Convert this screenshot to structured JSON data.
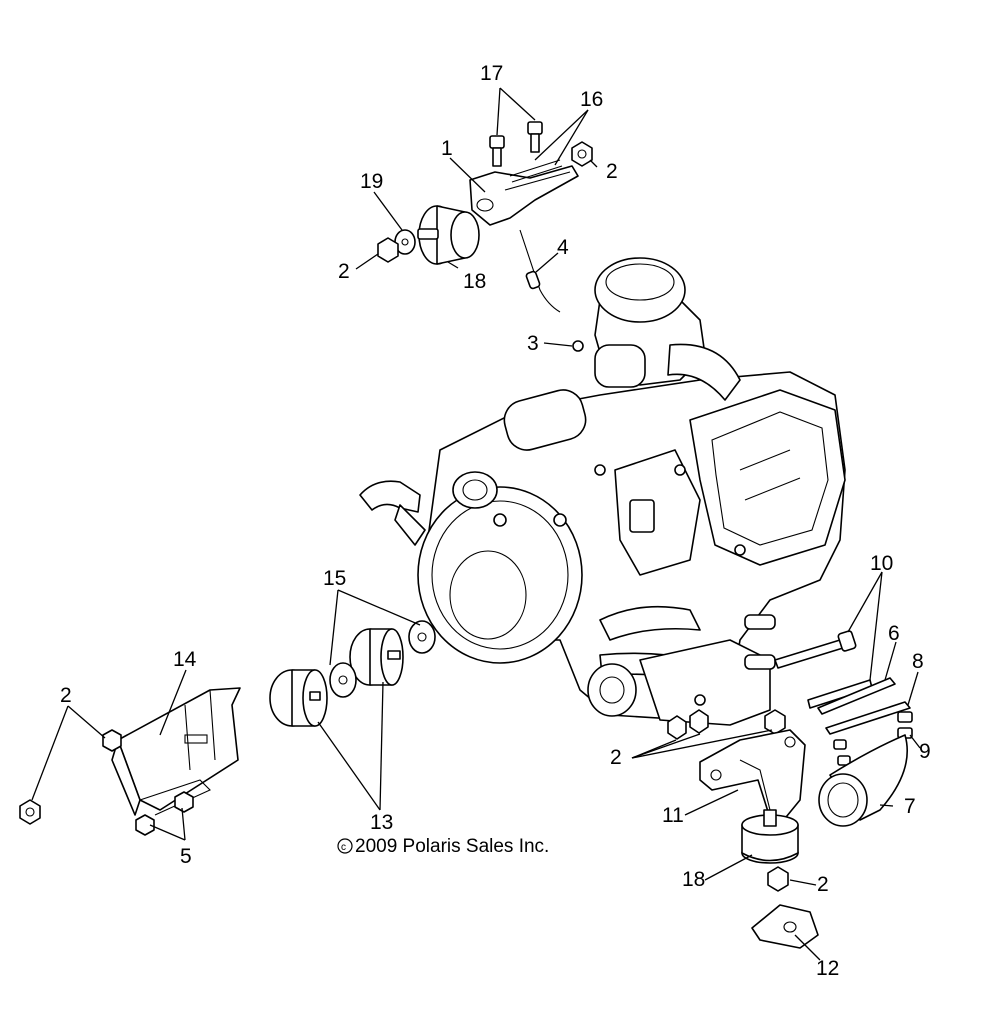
{
  "labels": {
    "l1": "1",
    "l2a": "2",
    "l2b": "2",
    "l2c": "2",
    "l2d": "2",
    "l2e": "2",
    "l3": "3",
    "l4": "4",
    "l5": "5",
    "l6": "6",
    "l7": "7",
    "l8": "8",
    "l9": "9",
    "l10": "10",
    "l11": "11",
    "l12": "12",
    "l13": "13",
    "l14": "14",
    "l15": "15",
    "l16": "16",
    "l17": "17",
    "l18a": "18",
    "l18b": "18",
    "l19": "19"
  },
  "copyright": "2009 Polaris Sales Inc."
}
